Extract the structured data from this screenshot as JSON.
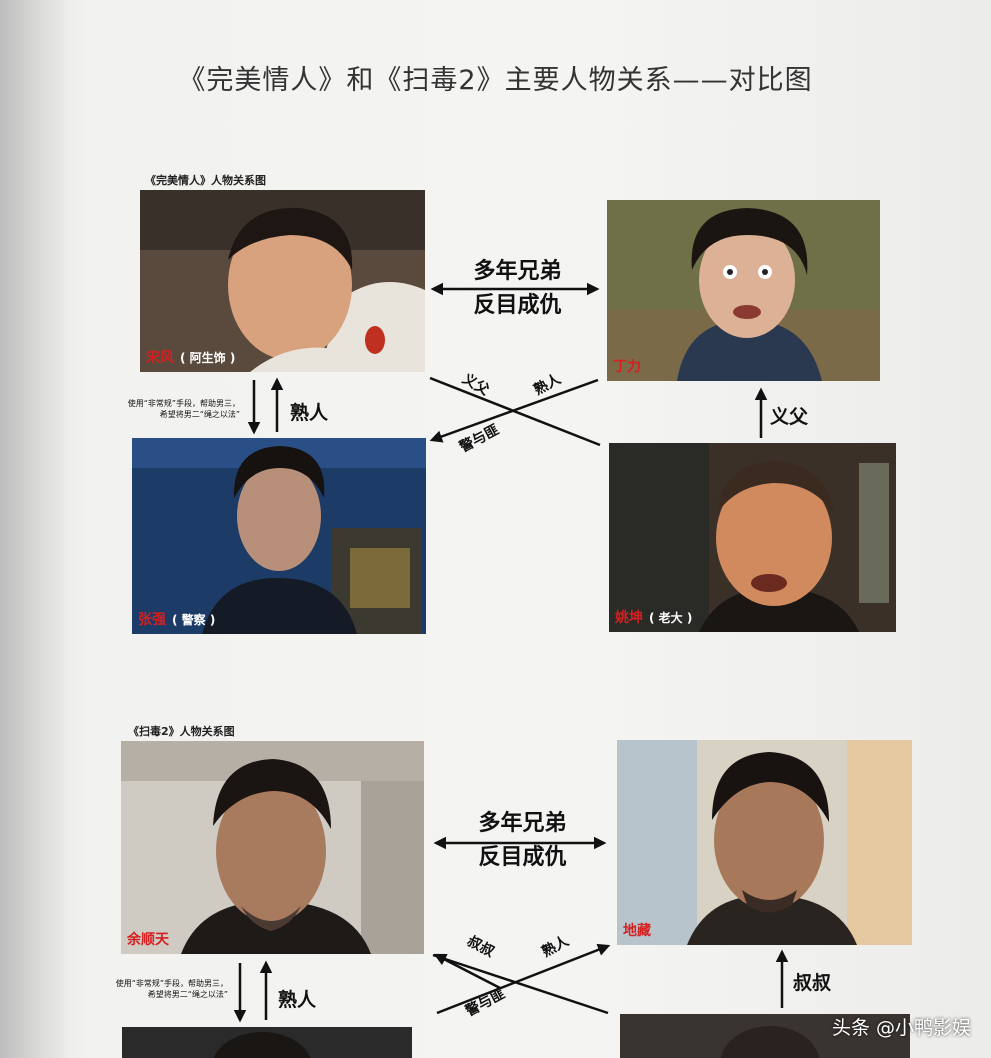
{
  "main_title": "《完美情人》和《扫毒2》主要人物关系——对比图",
  "section1": {
    "title": "《完美情人》人物关系图",
    "top_left": {
      "name": "宋风",
      "role": "( 阿生饰 )"
    },
    "top_right": {
      "name": "丁力",
      "role": ""
    },
    "bottom_left": {
      "name": "张强",
      "role": "( 警察 )"
    },
    "bottom_right": {
      "name": "姚坤",
      "role": "( 老大 )"
    },
    "rel_top_line1": "多年兄弟",
    "rel_top_line2": "反目成仇",
    "rel_yifu": "义父",
    "rel_shuren_diag": "熟人",
    "rel_jingyufei": "警与匪",
    "rel_shuren_left": "熟人",
    "rel_right": "义父",
    "note_line1": "使用“非常规”手段，帮助男三，",
    "note_line2": "希望将男二“绳之以法”"
  },
  "section2": {
    "title": "《扫毒2》人物关系图",
    "top_left": {
      "name": "余顺天",
      "role": ""
    },
    "top_right": {
      "name": "地藏",
      "role": ""
    },
    "rel_top_line1": "多年兄弟",
    "rel_top_line2": "反目成仇",
    "rel_shushu": "叔叔",
    "rel_shuren_diag": "熟人",
    "rel_jingyufei": "警与匪",
    "rel_shuren_left": "熟人",
    "rel_right": "叔叔",
    "note_line1": "使用“非常规”手段，帮助男三，",
    "note_line2": "希望将男二“绳之以法”"
  },
  "watermark": "头条 @小鸭影娱",
  "colors": {
    "name_red": "#d42020",
    "arrow": "#111111"
  }
}
